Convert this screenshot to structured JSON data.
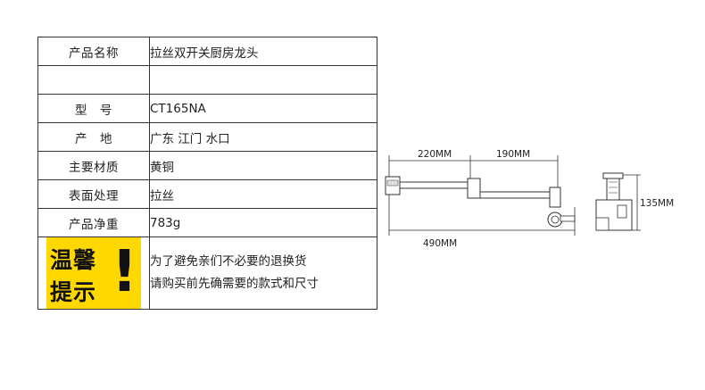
{
  "spec_table": {
    "rows": [
      {
        "label": "产品名称",
        "value": "拉丝双开关厨房龙头"
      },
      {
        "label": "",
        "value": ""
      },
      {
        "label": "型　号",
        "value": "CT165NA"
      },
      {
        "label": "产　地",
        "value": "广东 江门 水口"
      },
      {
        "label": "主要材质",
        "value": "黄铜"
      },
      {
        "label": "表面处理",
        "value": "拉丝"
      },
      {
        "label": "产品净重",
        "value": "783g"
      }
    ],
    "notice": {
      "badge_line1": "温馨",
      "badge_line2": "提示",
      "badge_mark": "!",
      "text_line1": "为了避免亲们不必要的退换货",
      "text_line2": "请购买前先确需要的款式和尺寸"
    }
  },
  "diagram": {
    "dim_segment_1": "220MM",
    "dim_segment_2": "190MM",
    "dim_total": "490MM",
    "dim_height": "135MM"
  },
  "colors": {
    "badge": "#ffd800",
    "border": "#333333"
  }
}
